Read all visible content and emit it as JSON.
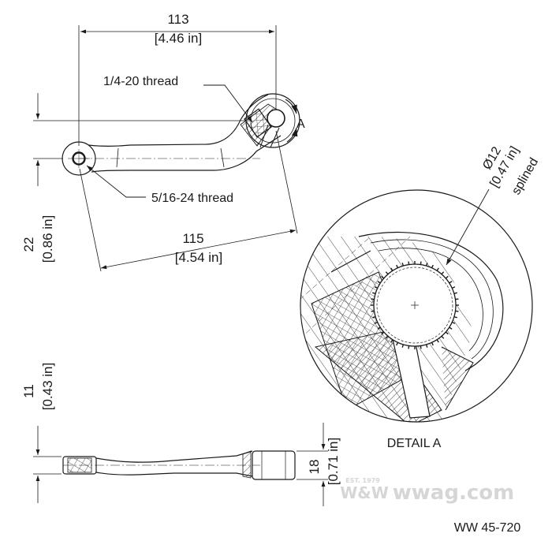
{
  "dim_top": {
    "value": "113",
    "imperial": "[4.46 in]"
  },
  "thread_small": "1/4-20 thread",
  "thread_large": "5/16-24 thread",
  "section_marker": "A",
  "dim_diagonal": {
    "value": "115",
    "imperial": "[4.54 in]"
  },
  "dim_offset": {
    "value": "22",
    "imperial": "[0.86 in]"
  },
  "dim_spline": {
    "value": "Ø12",
    "imperial": "[0.47 in]",
    "note": "splined"
  },
  "detail_title": "DETAIL A",
  "dim_thickness": {
    "value": "11",
    "imperial": "[0.43 in]"
  },
  "dim_hub": {
    "value": "18",
    "imperial": "[0.71 in]"
  },
  "watermark": {
    "brand": "W&W",
    "site": "wwag.com",
    "est": "EST. 1979"
  },
  "part_number": "WW 45-720",
  "colors": {
    "line": "#1a1a1a",
    "hatch": "#333333",
    "watermark": "#d6d6d6"
  }
}
